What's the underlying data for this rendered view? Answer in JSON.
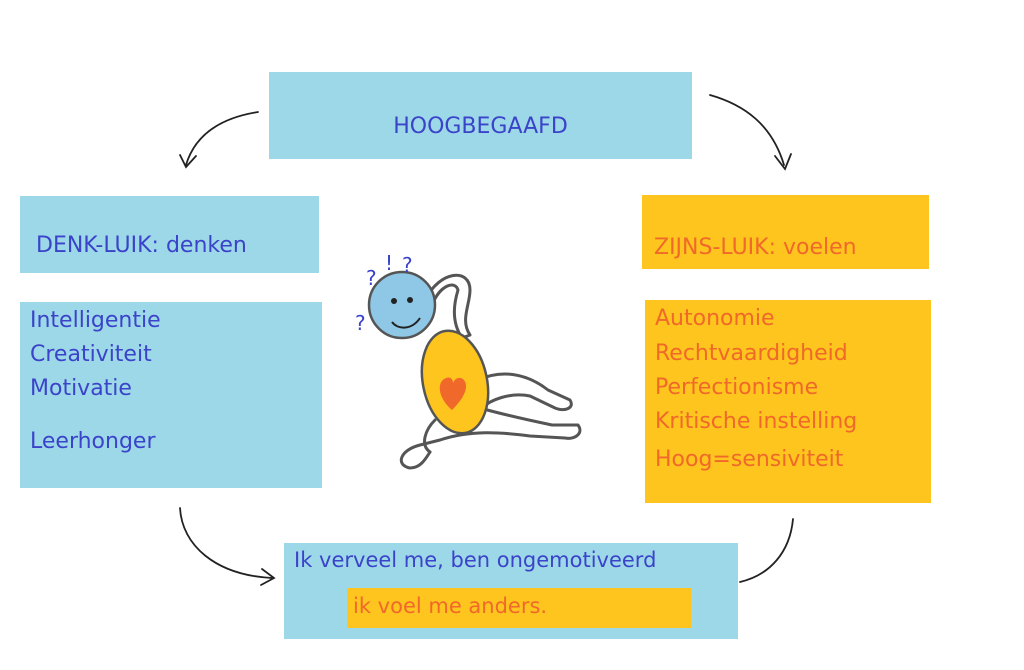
{
  "top": {
    "title": "HOOGBEGAAFD"
  },
  "denk": {
    "title": "DENK-LUIK: denken",
    "items": [
      "Intelligentie",
      "Creativiteit",
      "Motivatie",
      "Leerhonger"
    ]
  },
  "zijns": {
    "title": "ZIJNS-LUIK: voelen",
    "items": [
      "Autonomie",
      "Rechtvaardigheid",
      "Perfectionisme",
      "Kritische instelling",
      "Hoog=sensiviteit"
    ]
  },
  "bottom": {
    "line1": "Ik verveel me, ben ongemotiveerd",
    "line2": "ik voel me anders."
  },
  "figure": {
    "marks": [
      "?",
      "!",
      "?",
      "?"
    ]
  },
  "colors": {
    "blue_box": "#9dd8e8",
    "yellow_box": "#fdc51d",
    "blue_text": "#3a43c9",
    "orange_text": "#f0682a"
  }
}
